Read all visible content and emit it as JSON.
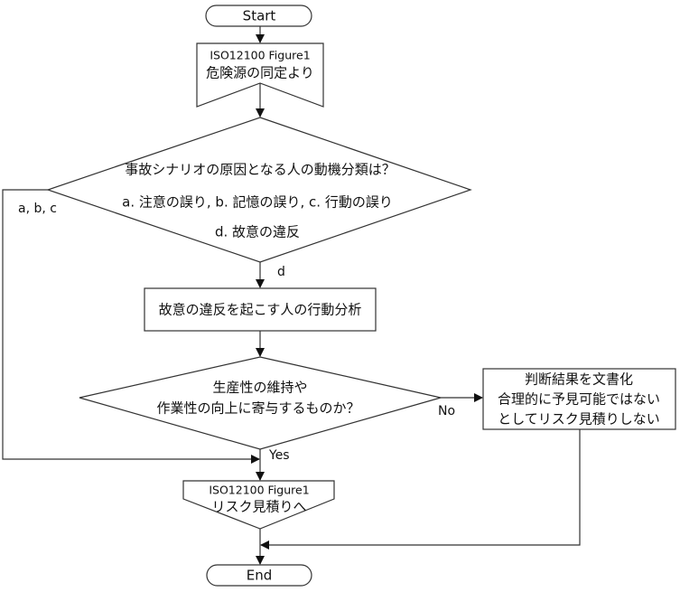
{
  "start": "Start",
  "offpage_in": {
    "line1": "ISO12100 Figure1",
    "line2": "危険源の同定より"
  },
  "decision1": {
    "line1": "事故シナリオの原因となる人の動機分類は？",
    "line2": "a. 注意の誤り, b. 記憶の誤り, c. 行動の誤り",
    "line3": "d. 故意の違反"
  },
  "edge_abc": "a, b, c",
  "edge_d": "d",
  "process1": "故意の違反を起こす人の行動分析",
  "decision2": {
    "line1": "生産性の維持や",
    "line2": "作業性の向上に寄与するものか？"
  },
  "edge_no": "No",
  "edge_yes": "Yes",
  "process2": {
    "line1": "判断結果を文書化",
    "line2": "合理的に予見可能ではない",
    "line3": "としてリスク見積りしない"
  },
  "offpage_out": {
    "line1": "ISO12100 Figure1",
    "line2": "リスク見積りへ"
  },
  "end": "End"
}
